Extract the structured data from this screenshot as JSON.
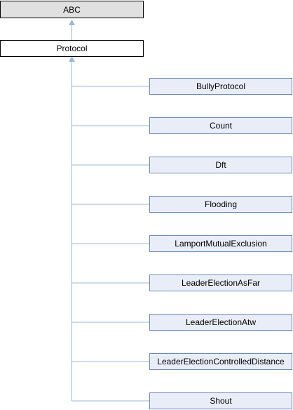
{
  "diagram": {
    "root": {
      "label": "ABC"
    },
    "base": {
      "label": "Protocol"
    },
    "children": [
      {
        "label": "BullyProtocol"
      },
      {
        "label": "Count"
      },
      {
        "label": "Dft"
      },
      {
        "label": "Flooding"
      },
      {
        "label": "LamportMutualExclusion"
      },
      {
        "label": "LeaderElectionAsFar"
      },
      {
        "label": "LeaderElectionAtw"
      },
      {
        "label": "LeaderElectionControlledDistance"
      },
      {
        "label": "Shout"
      }
    ]
  },
  "colors": {
    "root_fill": "#e0e0e0",
    "base_fill": "#ffffff",
    "child_fill": "#e8edf7",
    "border": "#000000",
    "child_border": "#7088b8",
    "edge": "#9ab8d8"
  }
}
